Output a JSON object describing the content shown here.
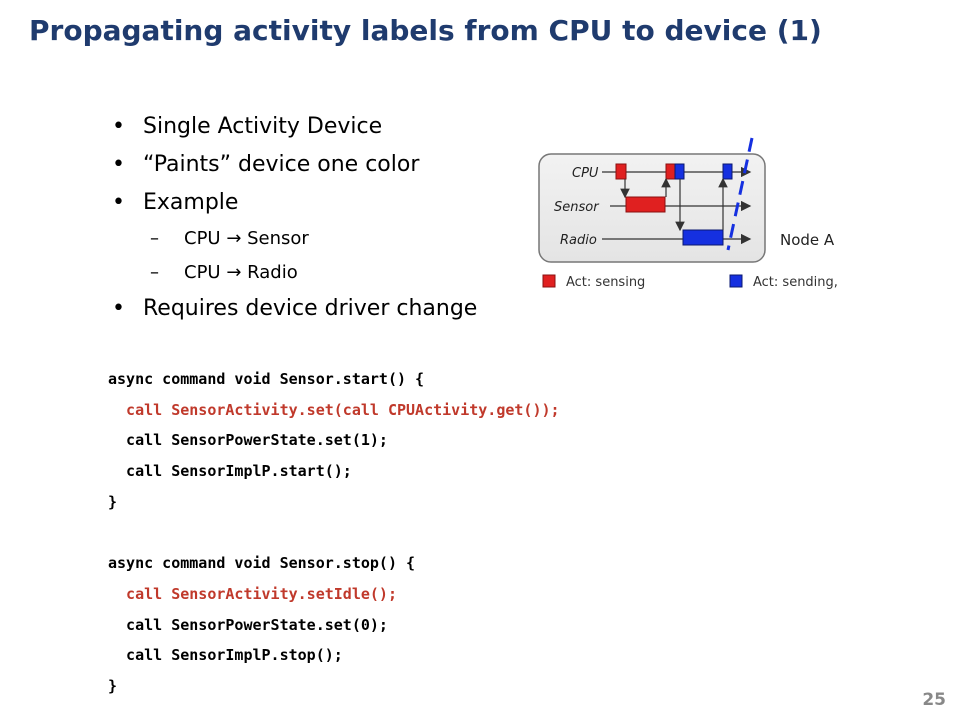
{
  "slide": {
    "title": "Propagating activity labels from CPU to device (1)",
    "page_number": "25"
  },
  "bullets": [
    {
      "level": 1,
      "text": "Single Activity Device"
    },
    {
      "level": 1,
      "text": "“Paints” device one color"
    },
    {
      "level": 1,
      "text": "Example"
    },
    {
      "level": 2,
      "text": "CPU → Sensor"
    },
    {
      "level": 2,
      "text": "CPU → Radio"
    },
    {
      "level": 1,
      "text": "Requires device driver change"
    }
  ],
  "code": [
    {
      "text": "async command void Sensor.start() {",
      "highlight": false
    },
    {
      "text": "  call SensorActivity.set(call CPUActivity.get());",
      "highlight": true
    },
    {
      "text": "  call SensorPowerState.set(1);",
      "highlight": false
    },
    {
      "text": "  call SensorImplP.start();",
      "highlight": false
    },
    {
      "text": "}",
      "highlight": false
    },
    {
      "text": "",
      "highlight": false
    },
    {
      "text": "async command void Sensor.stop() {",
      "highlight": false
    },
    {
      "text": "  call SensorActivity.setIdle();",
      "highlight": true
    },
    {
      "text": "  call SensorPowerState.set(0);",
      "highlight": false
    },
    {
      "text": "  call SensorImplP.stop();",
      "highlight": false
    },
    {
      "text": "}",
      "highlight": false
    }
  ],
  "diagram": {
    "rows": [
      "CPU",
      "Sensor",
      "Radio"
    ],
    "node_label": "Node A",
    "legend": [
      {
        "label": "Act: sensing",
        "color": "#e02020"
      },
      {
        "label": "Act: sending,",
        "color": "#1530e0"
      }
    ]
  },
  "colors": {
    "title": "#1f3b6e",
    "code_highlight": "#c0392b",
    "sensing": "#e02020",
    "sending": "#1530e0"
  }
}
